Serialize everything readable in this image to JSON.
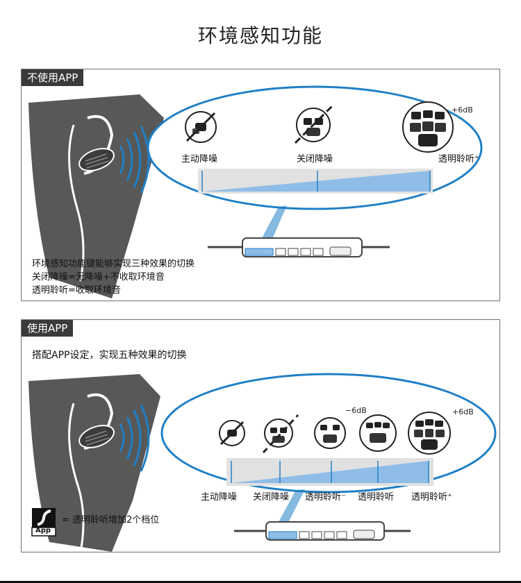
{
  "page": {
    "title": "环境感知功能"
  },
  "panel1": {
    "tag": "不使用APP",
    "modes": [
      "主动降噪",
      "关闭降噪",
      "透明聆听⁺"
    ],
    "db_label": "+6dB",
    "desc": [
      "环境感知功能键能够实现三种效果的切换",
      "关闭降噪=无降噪+不收取环境音",
      "透明聆听=收取环境音"
    ]
  },
  "panel2": {
    "tag": "使用APP",
    "intro": "搭配APP设定，实现五种效果的切换",
    "modes": [
      "主动降噪",
      "关闭降噪",
      "透明聆听⁻",
      "透明聆听",
      "透明聆听⁺"
    ],
    "db_minus": "−6dB",
    "db_plus": "+6dB",
    "app_icon_label": "App",
    "app_note": "=  透明聆听增加2个档位"
  },
  "colors": {
    "accent": "#1f7fc6",
    "bar_fill": "#8fbde8",
    "bar_bg": "#e1e1e1",
    "dark": "#3a3a3a"
  }
}
